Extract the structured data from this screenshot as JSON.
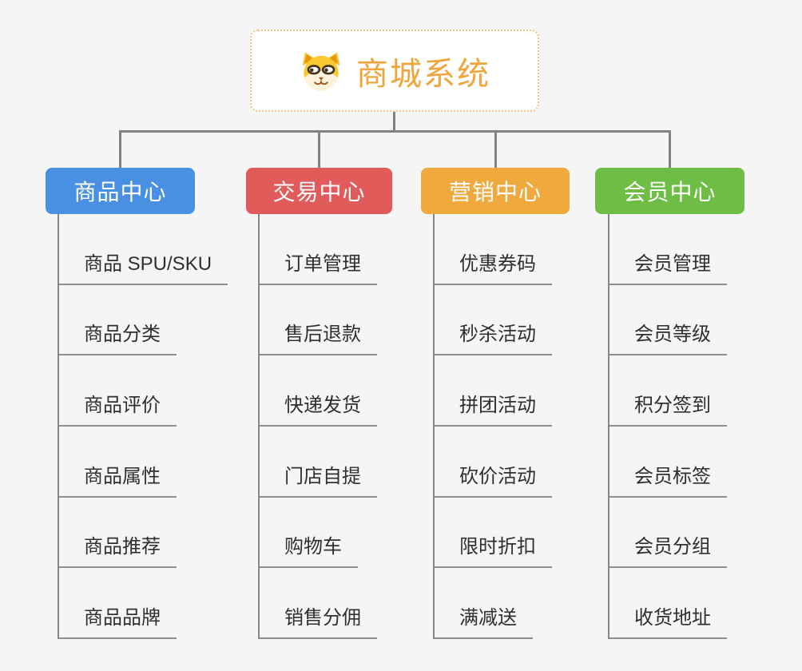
{
  "canvas": {
    "background_color": "#f5f5f5",
    "connector_color": "#828282",
    "leaf_line_color": "#8e8e8e",
    "leaf_text_color": "#2f2f2f"
  },
  "root": {
    "label": "商城系统",
    "icon": "dog-face-icon",
    "text_color": "#f0a53c",
    "border_color": "#f6c478",
    "background_color": "#ffffff"
  },
  "branches": [
    {
      "label": "商品中心",
      "color": "#4a90e2",
      "children": [
        "商品 SPU/SKU",
        "商品分类",
        "商品评价",
        "商品属性",
        "商品推荐",
        "商品品牌"
      ]
    },
    {
      "label": "交易中心",
      "color": "#e25b5b",
      "children": [
        "订单管理",
        "售后退款",
        "快递发货",
        "门店自提",
        "购物车",
        "销售分佣"
      ]
    },
    {
      "label": "营销中心",
      "color": "#efa93d",
      "children": [
        "优惠券码",
        "秒杀活动",
        "拼团活动",
        "砍价活动",
        "限时折扣",
        "满减送"
      ]
    },
    {
      "label": "会员中心",
      "color": "#6ebe45",
      "children": [
        "会员管理",
        "会员等级",
        "积分签到",
        "会员标签",
        "会员分组",
        "收货地址"
      ]
    }
  ]
}
